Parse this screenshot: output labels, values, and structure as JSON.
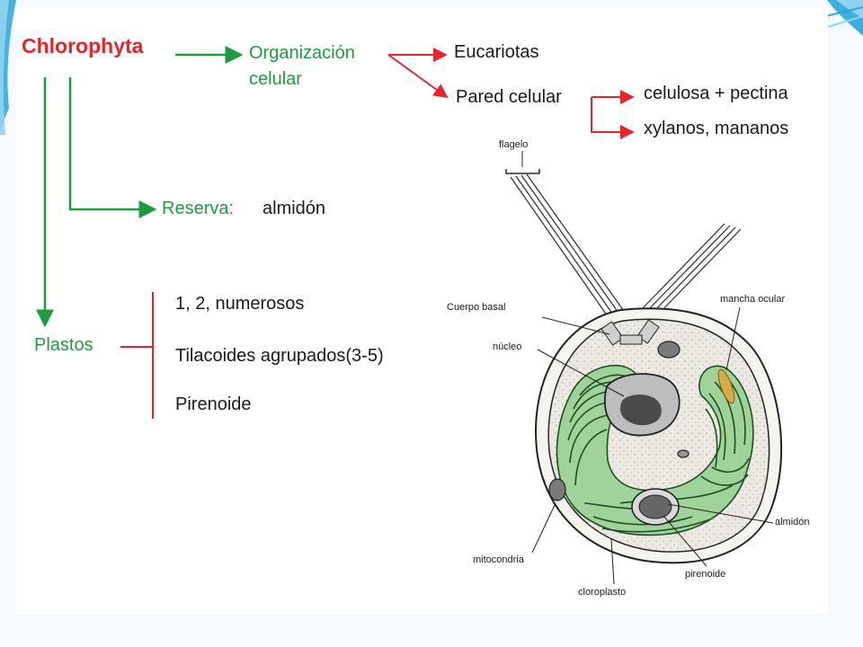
{
  "concept_map": {
    "root": "Chlorophyta",
    "organizacion": {
      "label_line1": "Organización",
      "label_line2": "celular"
    },
    "eucariotas": "Eucariotas",
    "pared": "Pared celular",
    "pared_items": [
      "celulosa + pectina",
      "xylanos, mananos"
    ],
    "reserva": {
      "label": "Reserva:",
      "value": "almidón"
    },
    "plastos": {
      "label": "Plastos",
      "items": [
        "1, 2, numerosos",
        "Tilacoides agrupados(3-5)",
        "Pirenoide"
      ]
    }
  },
  "cell_diagram": {
    "labels": {
      "flagelo": "flagelo",
      "cuerpo_basal": "Cuerpo basal",
      "nucleo": "núcleo",
      "mancha_ocular": "mancha ocular",
      "almidon": "almidón",
      "mitocondria": "mitocondria",
      "pirenoide": "pirenoide",
      "cloroplasto": "cloroplasto"
    }
  },
  "colors": {
    "red": "#e8232a",
    "green": "#1f9a3e",
    "chloroplast": "#9fd39a",
    "thylakoid": "#1f4d24",
    "cytoplasm": "#ece9e2",
    "accent_blue": "#2aa6d9"
  }
}
